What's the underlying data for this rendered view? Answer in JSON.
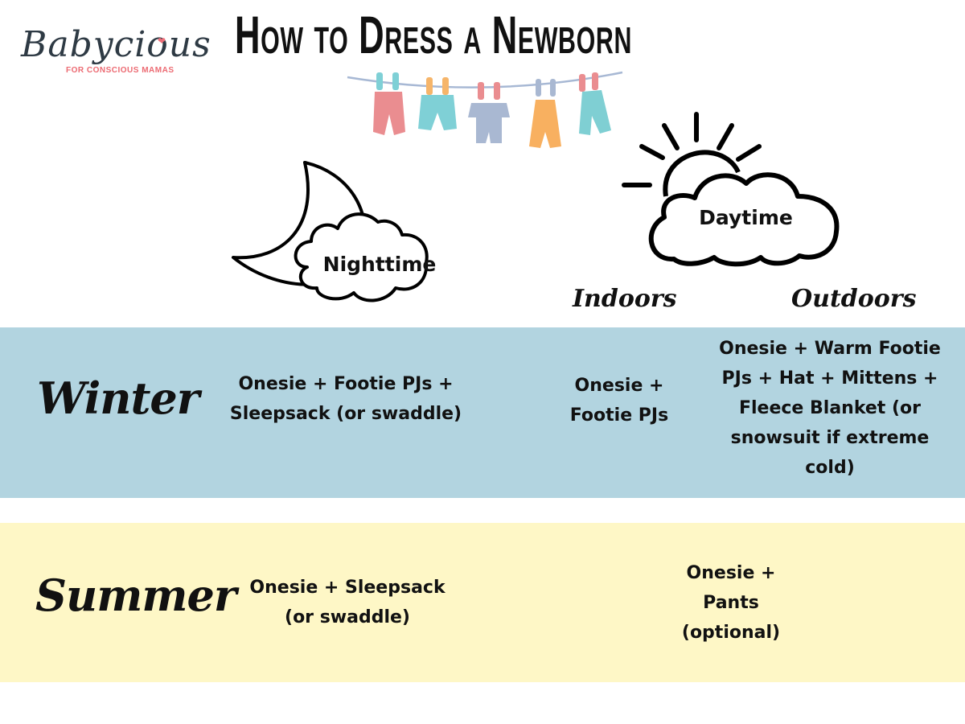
{
  "logo": {
    "brand": "Babycious",
    "tagline": "FOR CONSCIOUS MAMAS",
    "heart_color": "#ef6f7a"
  },
  "header": {
    "title": "How to Dress a Newborn"
  },
  "illustrations": {
    "clothesline": "clothesline-with-baby-clothes",
    "night_icon": "moon-cloud-icon",
    "day_icon": "sun-cloud-icon"
  },
  "columns": {
    "night": "Nighttime",
    "day": "Daytime",
    "indoors": "Indoors",
    "outdoors": "Outdoors"
  },
  "rows": [
    {
      "season": "Winter",
      "color": "#b2d4e0",
      "nighttime": "Onesie + Footie PJs + Sleepsack (or swaddle)",
      "indoors": "Onesie + Footie PJs",
      "outdoors": "Onesie + Warm Footie PJs + Hat + Mittens + Fleece Blanket (or snowsuit if extreme cold)"
    },
    {
      "season": "Summer",
      "color": "#fef7c6",
      "nighttime": "Onesie + Sleepsack (or swaddle)",
      "daytime": "Onesie + Pants (optional)"
    }
  ]
}
